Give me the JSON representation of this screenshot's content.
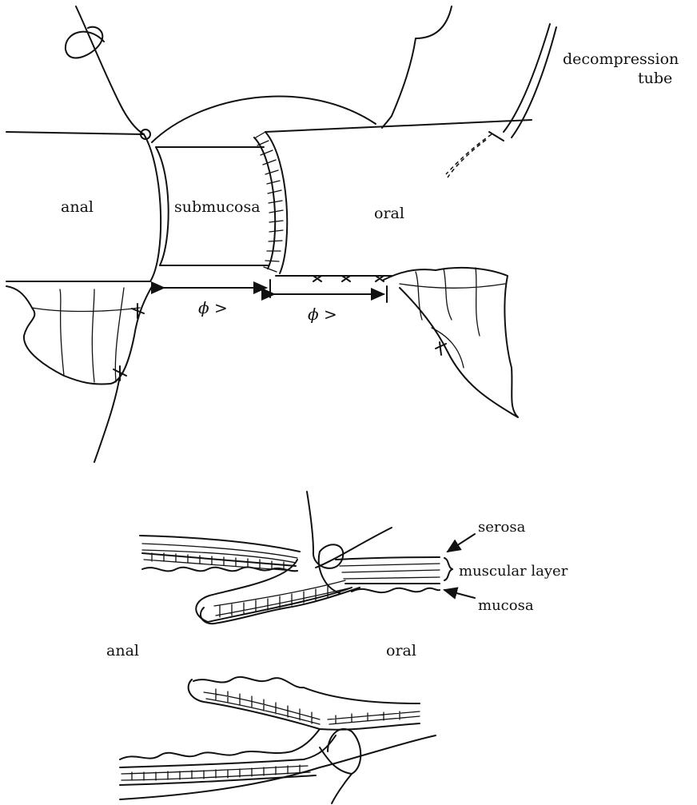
{
  "top_figure": {
    "label_anal": "anal",
    "label_submucosa": "submucosa",
    "label_oral": "oral",
    "label_decompression_line1": "decompression",
    "label_decompression_line2": "tube",
    "dimension_left": "ϕ >",
    "dimension_right": "ϕ >"
  },
  "bottom_figure": {
    "label_serosa": "serosa",
    "label_muscular_layer": "muscular layer",
    "label_mucosa": "mucosa",
    "label_anal": "anal",
    "label_oral": "oral"
  }
}
